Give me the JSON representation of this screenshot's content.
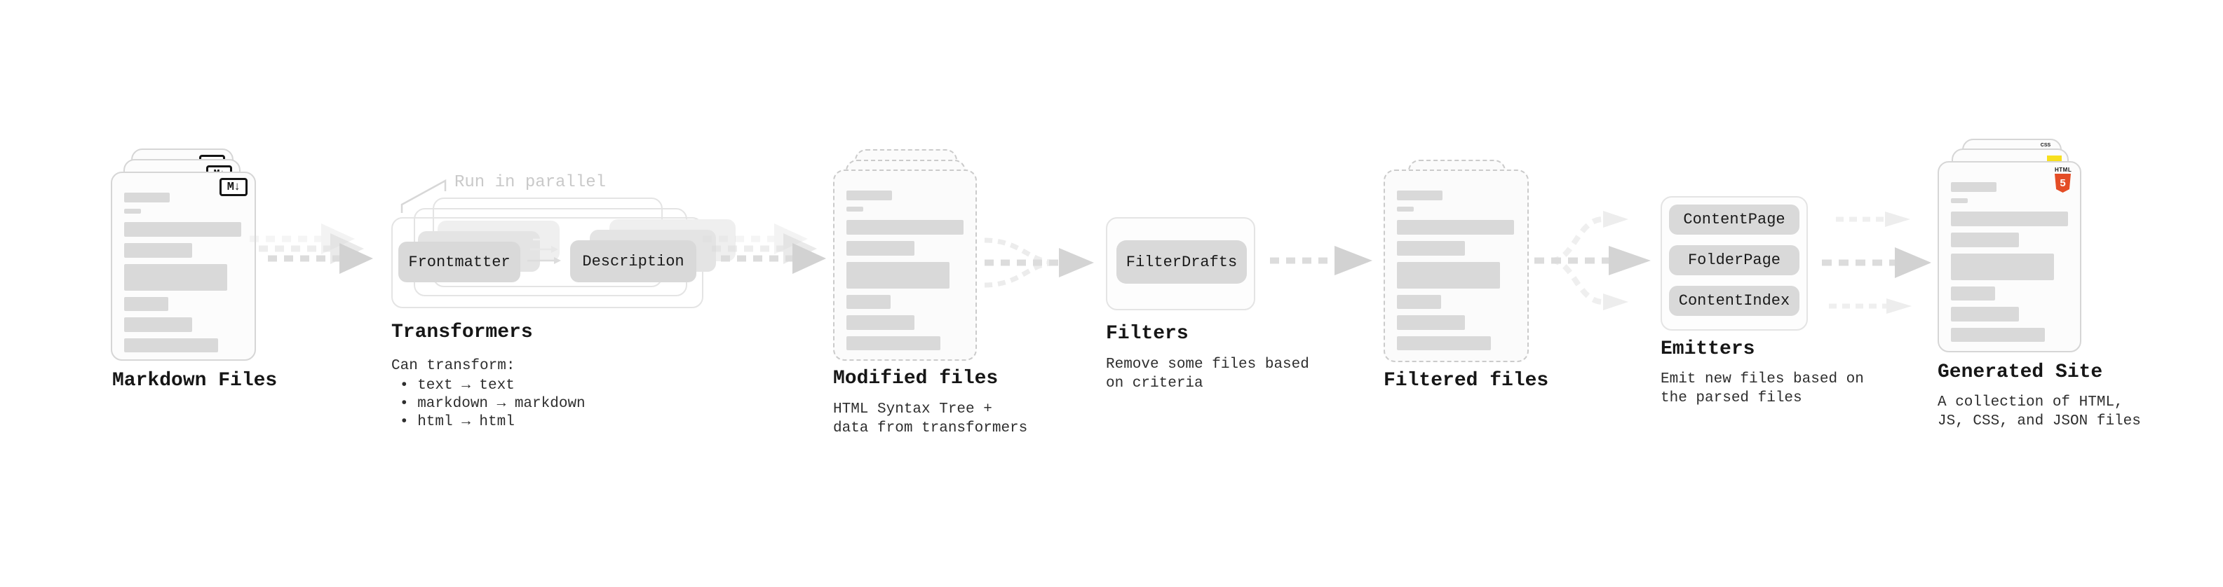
{
  "stages": {
    "markdown": {
      "label": "Markdown Files",
      "file_icon": "M↓"
    },
    "transformers": {
      "heading": "Transformers",
      "callout": "Run in parallel",
      "node_left": "Frontmatter",
      "node_right": "Description",
      "description": "Can transform:",
      "bullets": [
        "• text → text",
        "• markdown → markdown",
        "• html → html"
      ]
    },
    "modified": {
      "label": "Modified files",
      "description": "HTML Syntax Tree +\ndata from transformers"
    },
    "filters": {
      "heading": "Filters",
      "node": "FilterDrafts",
      "description": "Remove some files based\non criteria"
    },
    "filtered": {
      "label": "Filtered files"
    },
    "emitters": {
      "heading": "Emitters",
      "nodes": [
        "ContentPage",
        "FolderPage",
        "ContentIndex"
      ],
      "description": "Emit new files based on\nthe parsed files"
    },
    "generated": {
      "label": "Generated Site",
      "description": "A collection of HTML,\nJS, CSS, and JSON files",
      "html5_icon": {
        "word": "HTML",
        "numeral": "5"
      },
      "css_icon": {
        "word": "CSS"
      }
    }
  },
  "icons": {
    "markdown_icon": "M↓ boxed glyph",
    "html5_icon": "orange HTML5 shield",
    "js_icon": "yellow JS square",
    "css_icon": "CSS word with blue bar"
  },
  "colors": {
    "placeholder_bar": "#d9d9d9",
    "node_fill": "#d9d9d9",
    "arrow_main": "#d2d2d2",
    "arrow_ghost": "#ededed",
    "callout_text": "#c9c9c9",
    "heading_text": "#161616",
    "html5_orange": "#e44d26",
    "js_yellow": "#f7df1e",
    "css_blue": "#2965f1"
  }
}
